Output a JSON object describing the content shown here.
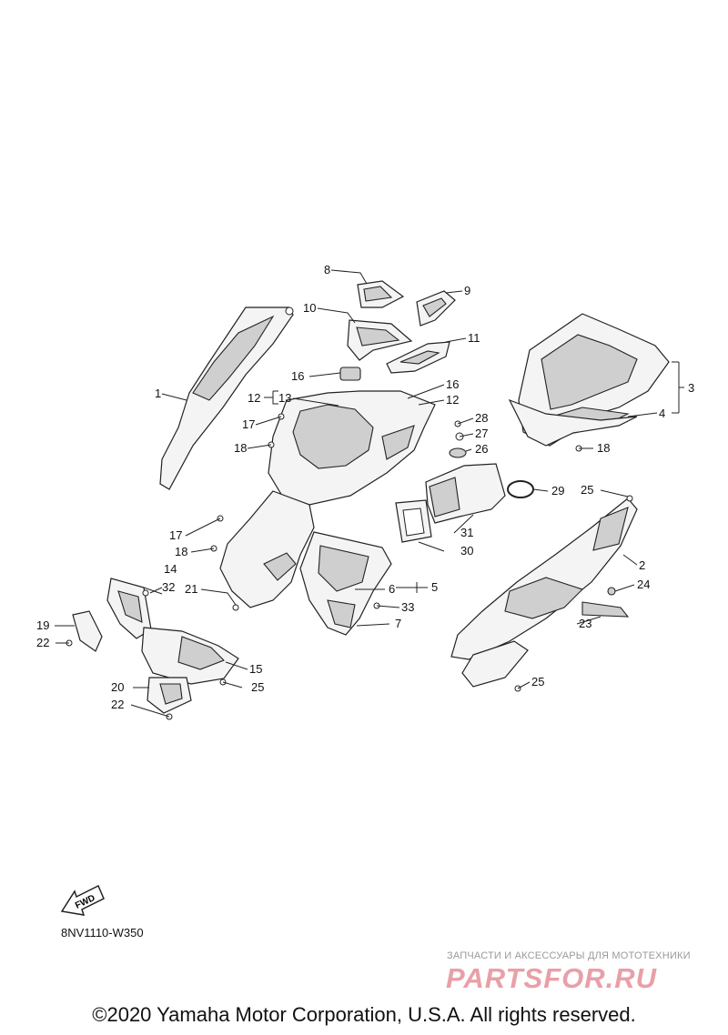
{
  "callouts": [
    {
      "id": "c1",
      "label": "1"
    },
    {
      "id": "c2",
      "label": "2"
    },
    {
      "id": "c3",
      "label": "3"
    },
    {
      "id": "c4",
      "label": "4"
    },
    {
      "id": "c5",
      "label": "5"
    },
    {
      "id": "c6",
      "label": "6"
    },
    {
      "id": "c7",
      "label": "7"
    },
    {
      "id": "c8",
      "label": "8"
    },
    {
      "id": "c9",
      "label": "9"
    },
    {
      "id": "c10",
      "label": "10"
    },
    {
      "id": "c11",
      "label": "11"
    },
    {
      "id": "c12a",
      "label": "12"
    },
    {
      "id": "c12b",
      "label": "12"
    },
    {
      "id": "c13",
      "label": "13"
    },
    {
      "id": "c14",
      "label": "14"
    },
    {
      "id": "c15",
      "label": "15"
    },
    {
      "id": "c16a",
      "label": "16"
    },
    {
      "id": "c16b",
      "label": "16"
    },
    {
      "id": "c17a",
      "label": "17"
    },
    {
      "id": "c17b",
      "label": "17"
    },
    {
      "id": "c18a",
      "label": "18"
    },
    {
      "id": "c18b",
      "label": "18"
    },
    {
      "id": "c18c",
      "label": "18"
    },
    {
      "id": "c19",
      "label": "19"
    },
    {
      "id": "c20",
      "label": "20"
    },
    {
      "id": "c21",
      "label": "21"
    },
    {
      "id": "c22a",
      "label": "22"
    },
    {
      "id": "c22b",
      "label": "22"
    },
    {
      "id": "c23",
      "label": "23"
    },
    {
      "id": "c24",
      "label": "24"
    },
    {
      "id": "c25a",
      "label": "25"
    },
    {
      "id": "c25b",
      "label": "25"
    },
    {
      "id": "c25c",
      "label": "25"
    },
    {
      "id": "c26",
      "label": "26"
    },
    {
      "id": "c27",
      "label": "27"
    },
    {
      "id": "c28",
      "label": "28"
    },
    {
      "id": "c29",
      "label": "29"
    },
    {
      "id": "c30",
      "label": "30"
    },
    {
      "id": "c31",
      "label": "31"
    },
    {
      "id": "c32",
      "label": "32"
    },
    {
      "id": "c33",
      "label": "33"
    }
  ],
  "fwd_label": "FWD",
  "diagram_code": "8NV1110-W350",
  "watermark": {
    "subtitle": "ЗАПЧАСТИ И АКСЕССУАРЫ ДЛЯ МОТОТЕХНИКИ",
    "brand": "PARTSFOR.RU"
  },
  "copyright": "©2020 Yamaha Motor Corporation, U.S.A. All rights reserved."
}
